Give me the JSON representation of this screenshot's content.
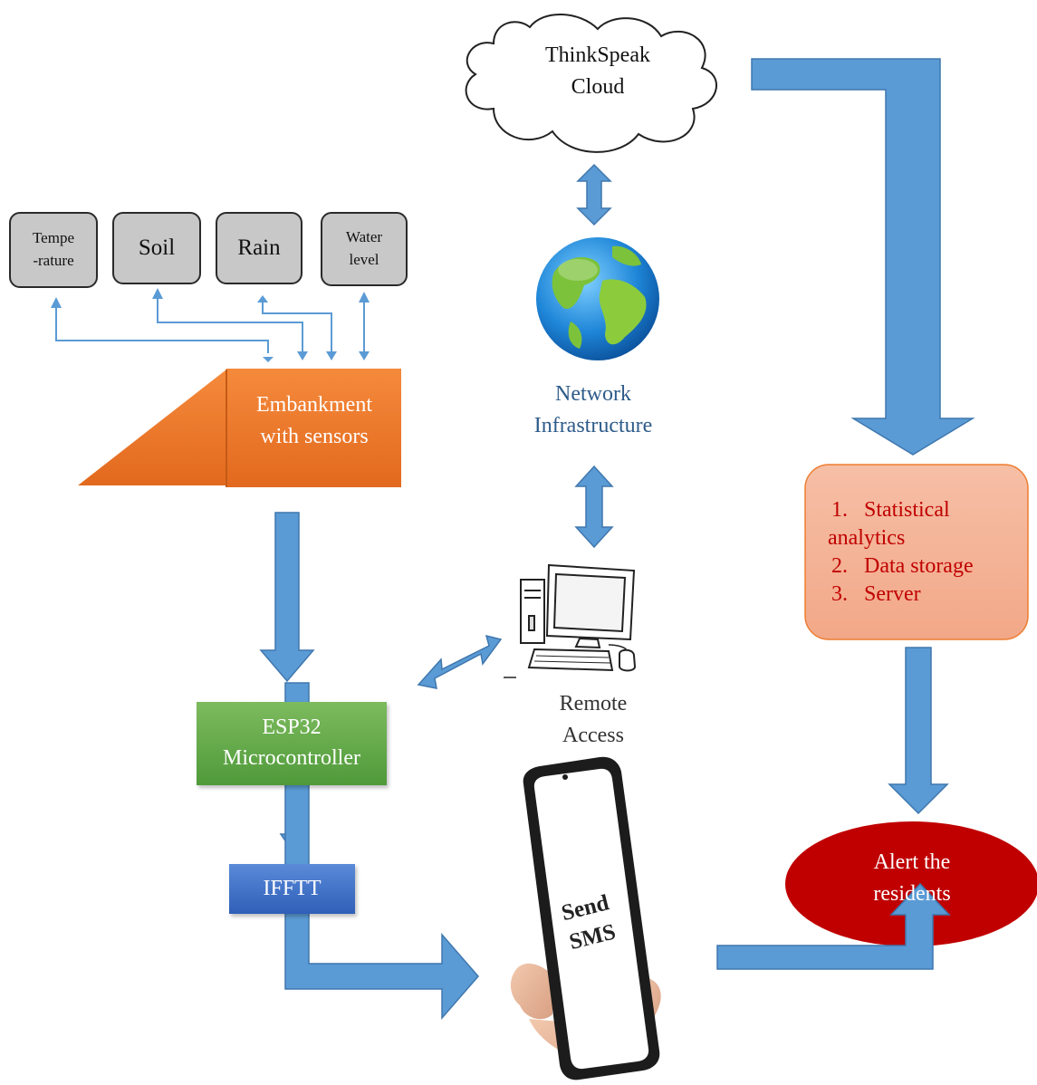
{
  "cloud": {
    "line1": "ThinkSpeak",
    "line2": "Cloud"
  },
  "network": {
    "line1": "Network",
    "line2": "Infrastructure"
  },
  "remote": {
    "line1": "Remote",
    "line2": "Access"
  },
  "sensors": [
    {
      "line1": "Tempe",
      "line2": "-rature"
    },
    {
      "label": "Soil"
    },
    {
      "label": "Rain"
    },
    {
      "line1": "Water",
      "line2": "level"
    }
  ],
  "embankment": {
    "line1": "Embankment",
    "line2": "with sensors"
  },
  "esp32": {
    "line1": "ESP32",
    "line2": "Microcontroller"
  },
  "ifttt": {
    "label": "IFFTT"
  },
  "server_box": {
    "items": [
      {
        "num": "1.",
        "text": "Statistical"
      },
      {
        "num": "",
        "text": "analytics"
      },
      {
        "num": "2.",
        "text": "Data storage"
      },
      {
        "num": "3.",
        "text": "Server"
      }
    ]
  },
  "alert": {
    "line1": "Alert the",
    "line2": "residents"
  },
  "sms": {
    "line1": "Send",
    "line2": "SMS"
  },
  "colors": {
    "arrow_blue": "#5b9bd5",
    "arrow_edge": "#3f77ae",
    "embankment_orange": "#ed7d31",
    "esp32_green": "#6aa84f",
    "ifttt_blue": "#4472c4",
    "server_fill": "#f4b39a",
    "server_text": "#c00000",
    "alert_red": "#c00000",
    "network_text": "#2e5b8a"
  }
}
